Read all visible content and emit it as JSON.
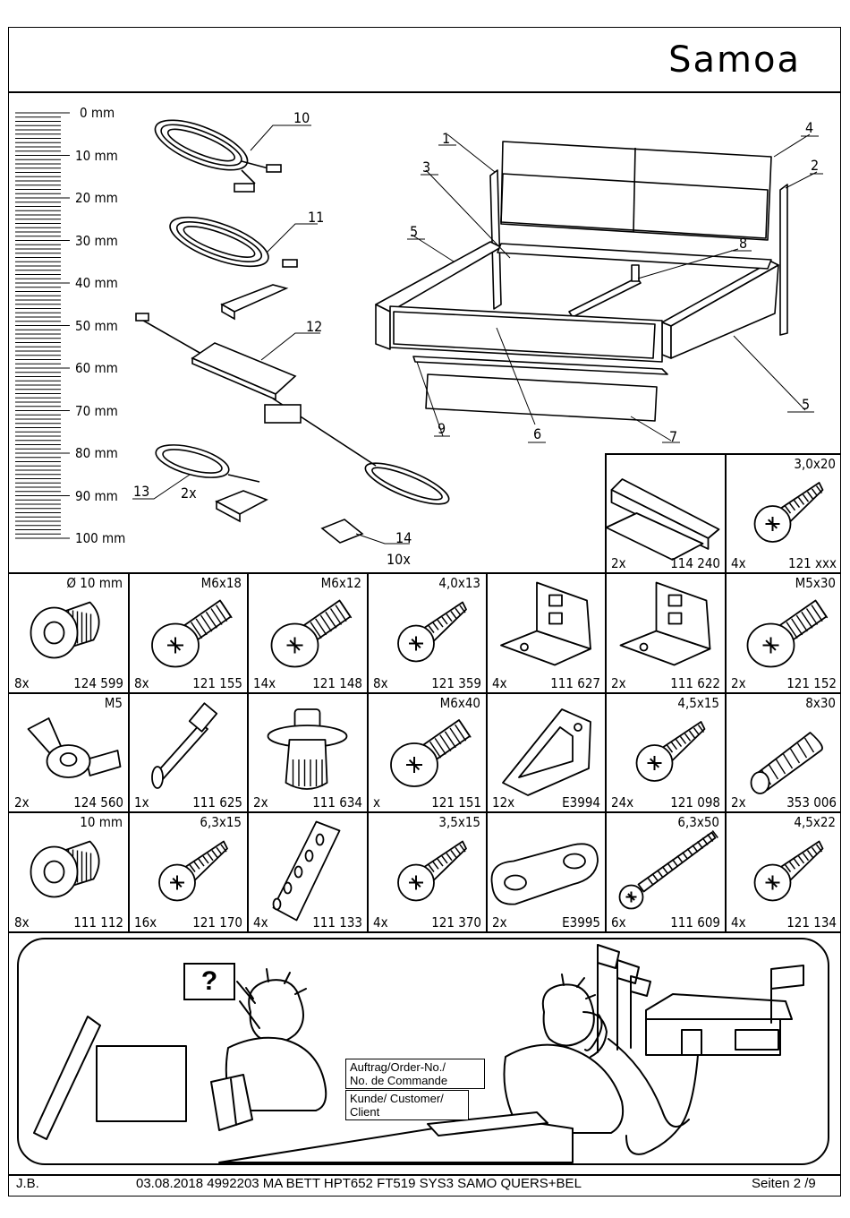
{
  "header": {
    "title": "Samoa"
  },
  "ruler": {
    "labels": [
      "0 mm",
      "10 mm",
      "20 mm",
      "30 mm",
      "40 mm",
      "50 mm",
      "60 mm",
      "70 mm",
      "80 mm",
      "90 mm",
      "100 mm"
    ]
  },
  "callouts": {
    "c1": "1",
    "c2": "2",
    "c3": "3",
    "c4": "4",
    "c5a": "5",
    "c5b": "5",
    "c6": "6",
    "c7": "7",
    "c8": "8",
    "c9": "9",
    "c10": "10",
    "c11": "11",
    "c12": "12",
    "c13": "13",
    "c13qty": "2x",
    "c14": "14",
    "c14qty": "10x"
  },
  "parts_top": [
    {
      "spec": "",
      "qty": "2x",
      "code": "114 240",
      "icon": "bracket-icon"
    },
    {
      "spec": "3,0x20",
      "qty": "4x",
      "code": "121 xxx",
      "icon": "screw-icon"
    }
  ],
  "parts": [
    [
      {
        "spec": "Ø 10 mm",
        "qty": "8x",
        "code": "124 599",
        "icon": "insert-nut-icon"
      },
      {
        "spec": "M6x18",
        "qty": "8x",
        "code": "121 155",
        "icon": "bolt-icon"
      },
      {
        "spec": "M6x12",
        "qty": "14x",
        "code": "121 148",
        "icon": "bolt-icon"
      },
      {
        "spec": "4,0x13",
        "qty": "8x",
        "code": "121 359",
        "icon": "screw-icon"
      },
      {
        "spec": "",
        "qty": "4x",
        "code": "111 627",
        "icon": "corner-bracket-icon"
      },
      {
        "spec": "",
        "qty": "2x",
        "code": "111 622",
        "icon": "corner-bracket-icon"
      },
      {
        "spec": "M5x30",
        "qty": "2x",
        "code": "121 152",
        "icon": "bolt-icon"
      }
    ],
    [
      {
        "spec": "M5",
        "qty": "2x",
        "code": "124 560",
        "icon": "wing-nut-icon"
      },
      {
        "spec": "",
        "qty": "1x",
        "code": "111 625",
        "icon": "pin-icon"
      },
      {
        "spec": "",
        "qty": "2x",
        "code": "111 634",
        "icon": "foot-glide-icon"
      },
      {
        "spec": "M6x40",
        "qty": "x",
        "code": "121 151",
        "icon": "bolt-icon"
      },
      {
        "spec": "",
        "qty": "12x",
        "code": "E3994",
        "icon": "block-connector-icon"
      },
      {
        "spec": "4,5x15",
        "qty": "24x",
        "code": "121 098",
        "icon": "screw-icon"
      },
      {
        "spec": "8x30",
        "qty": "2x",
        "code": "353 006",
        "icon": "dowel-icon"
      }
    ],
    [
      {
        "spec": "10 mm",
        "qty": "8x",
        "code": "111 112",
        "icon": "insert-nut-icon"
      },
      {
        "spec": "6,3x15",
        "qty": "16x",
        "code": "121 170",
        "icon": "screw-icon"
      },
      {
        "spec": "",
        "qty": "4x",
        "code": "111 133",
        "icon": "mounting-plate-icon"
      },
      {
        "spec": "3,5x15",
        "qty": "4x",
        "code": "121 370",
        "icon": "screw-icon"
      },
      {
        "spec": "",
        "qty": "2x",
        "code": "E3995",
        "icon": "link-plate-icon"
      },
      {
        "spec": "6,3x50",
        "qty": "6x",
        "code": "111 609",
        "icon": "long-screw-icon"
      },
      {
        "spec": "4,5x22",
        "qty": "4x",
        "code": "121 134",
        "icon": "screw-icon"
      }
    ]
  ],
  "help": {
    "question": "?",
    "order_no": [
      "Auftrag/Order-No./",
      "No. de Commande"
    ],
    "customer": [
      "Kunde/ Customer/",
      "Client"
    ]
  },
  "footer": {
    "author": "J.B.",
    "info": "03.08.2018  4992203 MA BETT HPT652 FT519 SYS3 SAMO QUERS+BEL",
    "pages": "Seiten 2 /9"
  }
}
